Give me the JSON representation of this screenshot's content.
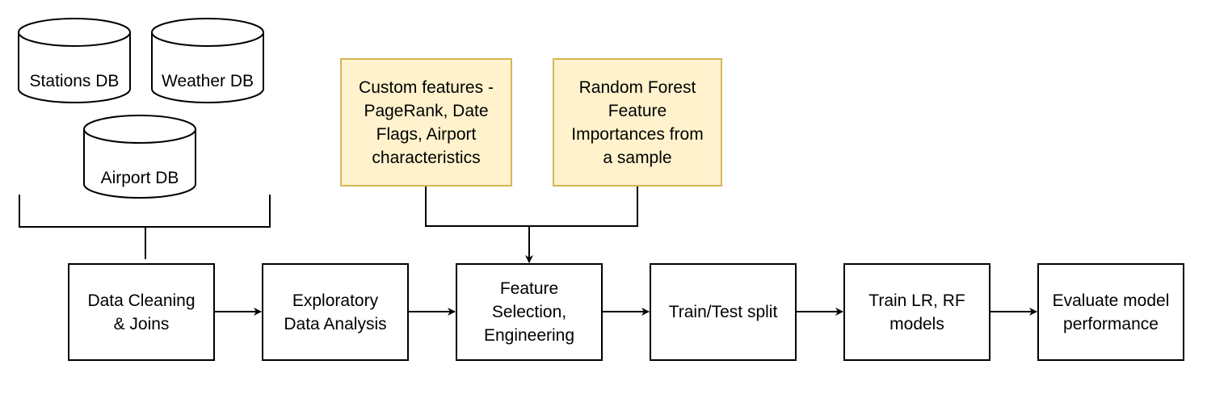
{
  "databases": {
    "stations": "Stations DB",
    "weather": "Weather DB",
    "airport": "Airport DB"
  },
  "notes": {
    "custom_features": "Custom features -\nPageRank, Date\nFlags, Airport\ncharacteristics",
    "rf_importances": "Random Forest\nFeature\nImportances from\na sample"
  },
  "pipeline": {
    "cleaning": "Data Cleaning\n& Joins",
    "eda": "Exploratory\nData Analysis",
    "feature_selection": "Feature\nSelection,\nEngineering",
    "split": "Train/Test split",
    "train": "Train LR, RF\nmodels",
    "evaluate": "Evaluate model\nperformance"
  },
  "colors": {
    "note_fill": "#fff2cc",
    "note_border": "#d6b656",
    "stroke": "#000000"
  }
}
